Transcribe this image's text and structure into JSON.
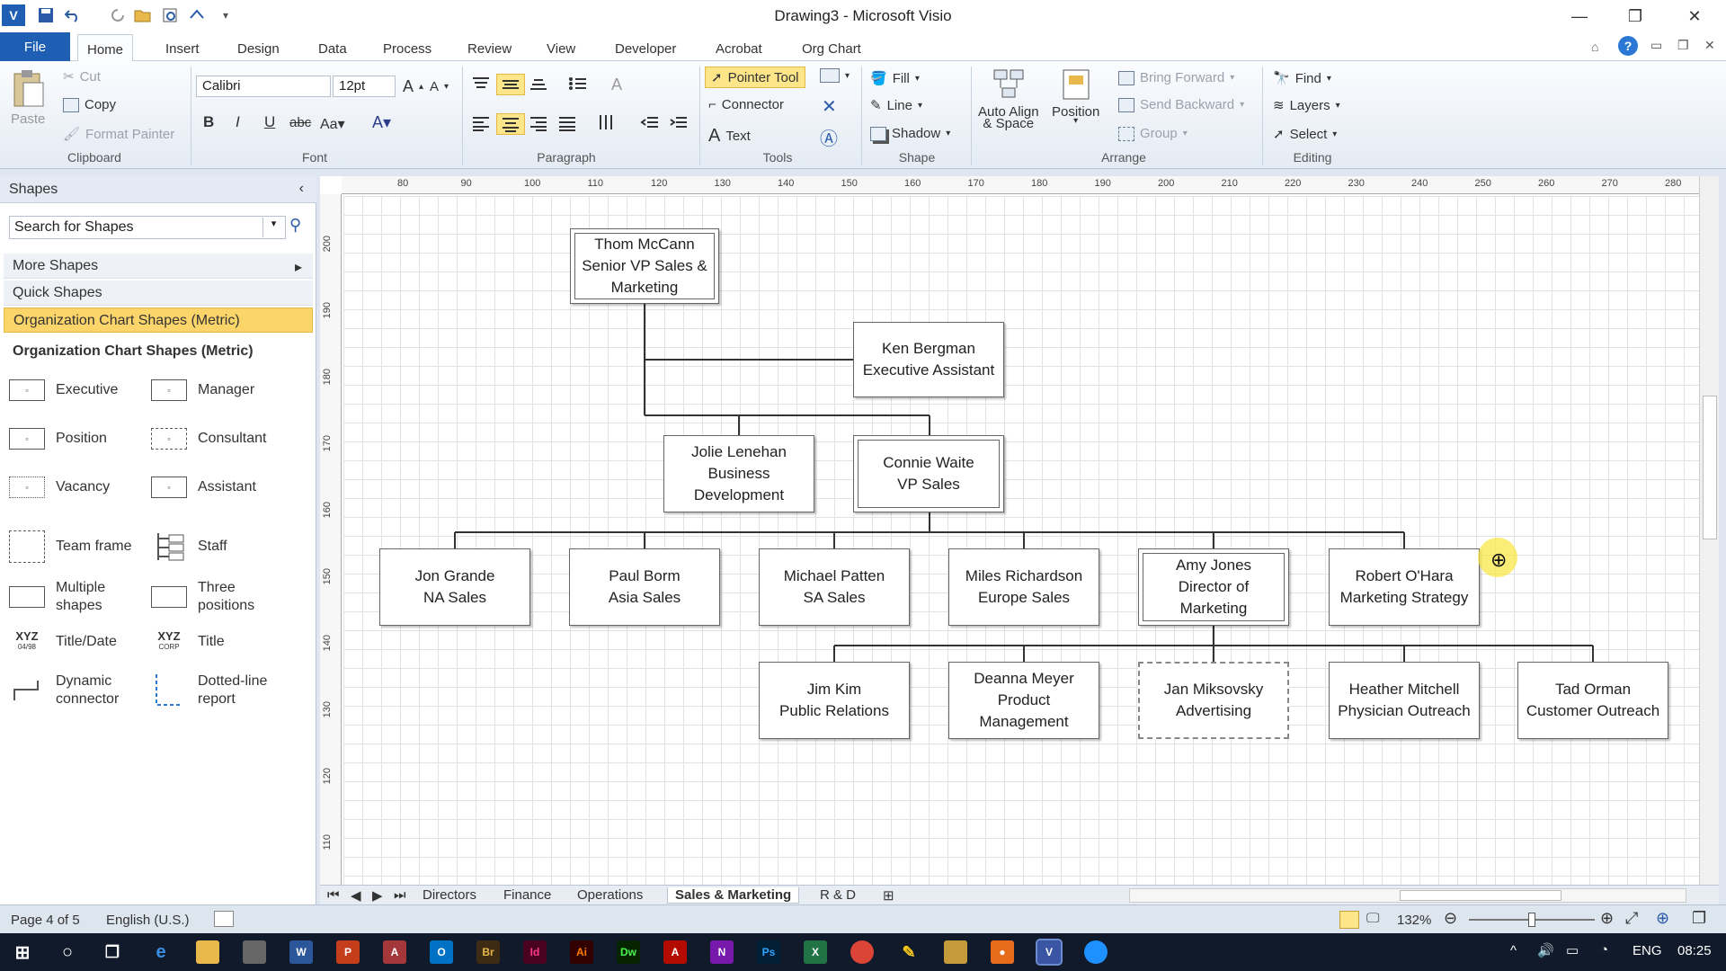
{
  "window": {
    "title": "Drawing3 - Microsoft Visio"
  },
  "tabs": [
    {
      "label": "File"
    },
    {
      "label": "Home"
    },
    {
      "label": "Insert"
    },
    {
      "label": "Design"
    },
    {
      "label": "Data"
    },
    {
      "label": "Process"
    },
    {
      "label": "Review"
    },
    {
      "label": "View"
    },
    {
      "label": "Developer"
    },
    {
      "label": "Acrobat"
    },
    {
      "label": "Org Chart"
    }
  ],
  "ribbon": {
    "clipboard": {
      "paste": "Paste",
      "cut": "Cut",
      "copy": "Copy",
      "format_painter": "Format Painter",
      "label": "Clipboard"
    },
    "font": {
      "family": "Calibri",
      "size": "12pt",
      "label": "Font"
    },
    "paragraph": {
      "label": "Paragraph"
    },
    "tools": {
      "pointer": "Pointer Tool",
      "connector": "Connector",
      "text": "Text",
      "label": "Tools"
    },
    "shape": {
      "fill": "Fill",
      "line": "Line",
      "shadow": "Shadow",
      "label": "Shape"
    },
    "arrange": {
      "auto_align": "Auto Align",
      "space": "& Space",
      "position": "Position",
      "bring_forward": "Bring Forward",
      "send_backward": "Send Backward",
      "group": "Group",
      "label": "Arrange"
    },
    "editing": {
      "find": "Find",
      "layers": "Layers",
      "select": "Select",
      "label": "Editing"
    }
  },
  "shapes_pane": {
    "header": "Shapes",
    "search_value": "Search for Shapes",
    "more_shapes": "More Shapes",
    "quick_shapes": "Quick Shapes",
    "selected_stencil": "Organization Chart Shapes (Metric)",
    "stencil_title": "Organization Chart Shapes (Metric)",
    "items": {
      "executive": "Executive",
      "manager": "Manager",
      "position": "Position",
      "consultant": "Consultant",
      "vacancy": "Vacancy",
      "assistant": "Assistant",
      "team_frame": "Team frame",
      "staff": "Staff",
      "multiple_shapes_1": "Multiple",
      "multiple_shapes_2": "shapes",
      "three_positions_1": "Three",
      "three_positions_2": "positions",
      "title_date": "Title/Date",
      "title": "Title",
      "dynamic_connector_1": "Dynamic",
      "dynamic_connector_2": "connector",
      "dotted_line_1": "Dotted-line",
      "dotted_line_2": "report"
    },
    "icon_text": {
      "xyz": "XYZ",
      "date": "04/98",
      "corp": "CORP"
    }
  },
  "rulers": {
    "top": [
      "80",
      "90",
      "100",
      "110",
      "120",
      "130",
      "140",
      "150",
      "160",
      "170",
      "180",
      "190",
      "200",
      "210",
      "220",
      "230",
      "240",
      "250",
      "260",
      "270",
      "280"
    ],
    "left": [
      "200",
      "190",
      "180",
      "170",
      "160",
      "150",
      "140",
      "130",
      "120",
      "110"
    ]
  },
  "org": {
    "thom": "Thom McCann\nSenior VP Sales &\nMarketing",
    "ken": "Ken Bergman\nExecutive Assistant",
    "jolie": "Jolie Lenehan\nBusiness\nDevelopment",
    "connie": "Connie Waite\nVP Sales",
    "jon": "Jon Grande\nNA Sales",
    "paul": "Paul Borm\nAsia Sales",
    "michael": "Michael Patten\nSA Sales",
    "miles": "Miles Richardson\nEurope Sales",
    "amy": "Amy Jones\nDirector of\nMarketing",
    "robert": "Robert O'Hara\nMarketing Strategy",
    "jim": "Jim Kim\nPublic Relations",
    "deanna": "Deanna Meyer\nProduct\nManagement",
    "jan": "Jan Miksovsky\nAdvertising",
    "heather": "Heather Mitchell\nPhysician Outreach",
    "tad": "Tad Orman\nCustomer Outreach"
  },
  "page_tabs": [
    "Directors",
    "Finance",
    "Operations",
    "Sales & Marketing",
    "R & D"
  ],
  "status": {
    "page": "Page 4 of 5",
    "language": "English (U.S.)",
    "zoom": "132%"
  },
  "taskbar": {
    "lang": "ENG",
    "time": "08:25"
  }
}
